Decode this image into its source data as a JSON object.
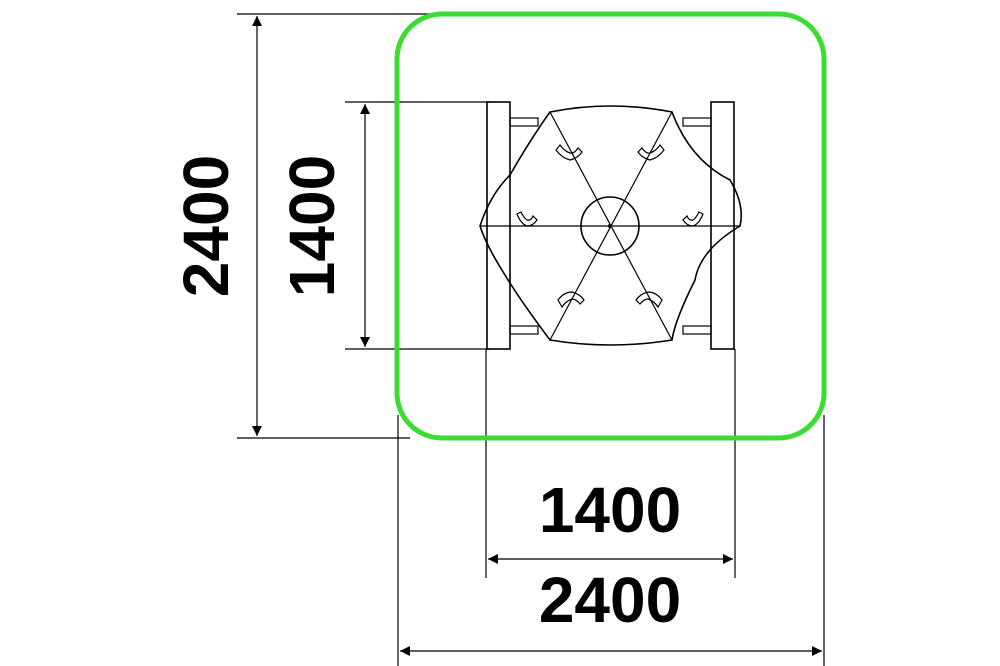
{
  "dimensions": {
    "overall_height": "2400",
    "inner_height": "1400",
    "inner_width": "1400",
    "overall_width": "2400"
  },
  "colors": {
    "safety_zone": "#3ddc33",
    "lines": "#000000",
    "background": "#ffffff"
  }
}
